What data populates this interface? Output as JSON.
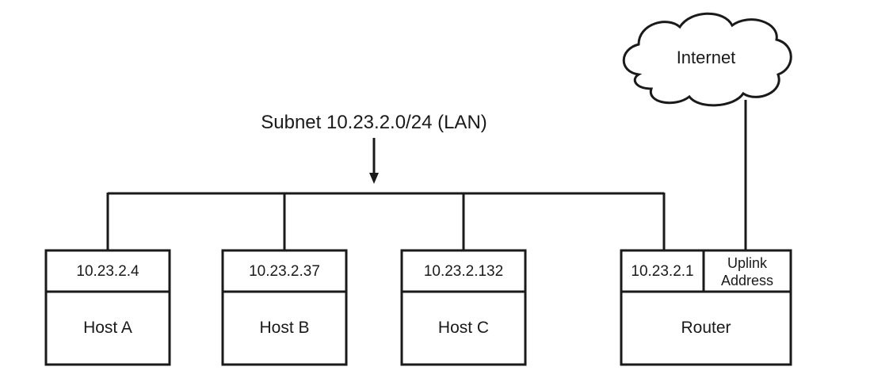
{
  "subnet_label": "Subnet 10.23.2.0/24 (LAN)",
  "internet_label": "Internet",
  "hosts": [
    {
      "address": "10.23.2.4",
      "name": "Host A"
    },
    {
      "address": "10.23.2.37",
      "name": "Host B"
    },
    {
      "address": "10.23.2.132",
      "name": "Host C"
    }
  ],
  "router": {
    "address": "10.23.2.1",
    "uplink_line1": "Uplink",
    "uplink_line2": "Address",
    "name": "Router"
  }
}
